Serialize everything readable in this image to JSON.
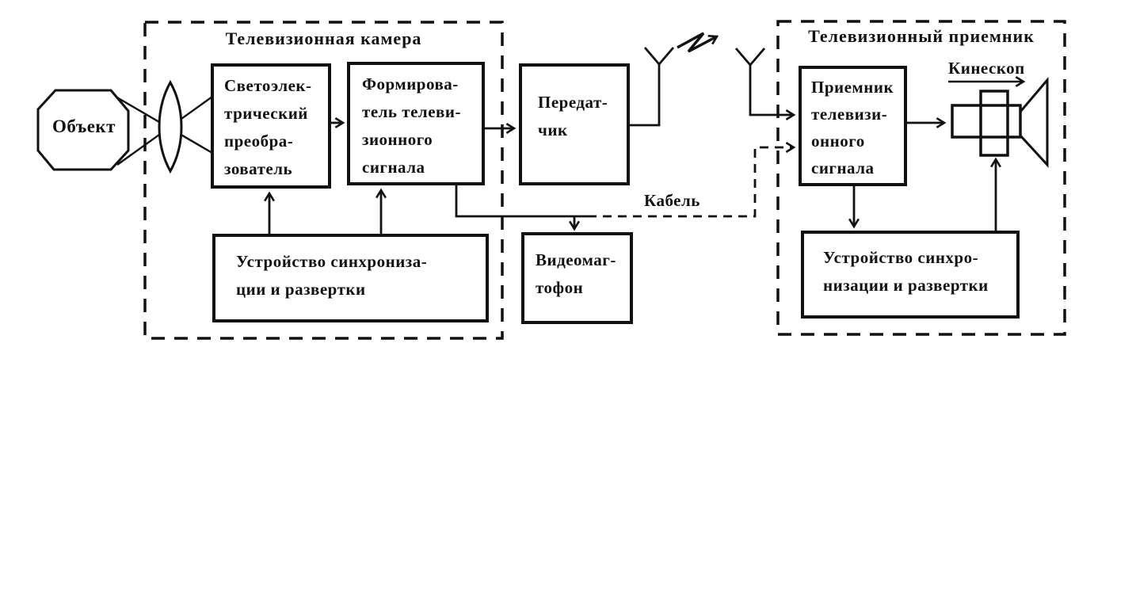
{
  "diagram": {
    "object_label": "Объект",
    "camera": {
      "title": "Телевизионная камера",
      "converter": "Светоэлек-\nтрический\nпреобра-\nзователь",
      "signal_former": "Формирова-\nтель телеви-\nзионного\nсигнала",
      "sync_device": "Устройство синхрониза-\nции и развертки"
    },
    "transmitter": "Передат-\nчик",
    "cable_label": "Кабель",
    "vcr": "Видеомаг-\nтофон",
    "receiver": {
      "title": "Телевизионный приемник",
      "signal_receiver": "Приемник\nтелевизи-\nонного\nсигнала",
      "kinescope_label": "Кинескоп",
      "sync_device": "Устройство синхро-\nнизации и развертки"
    },
    "colors": {
      "ink": "#111111",
      "paper": "#ffffff"
    }
  }
}
